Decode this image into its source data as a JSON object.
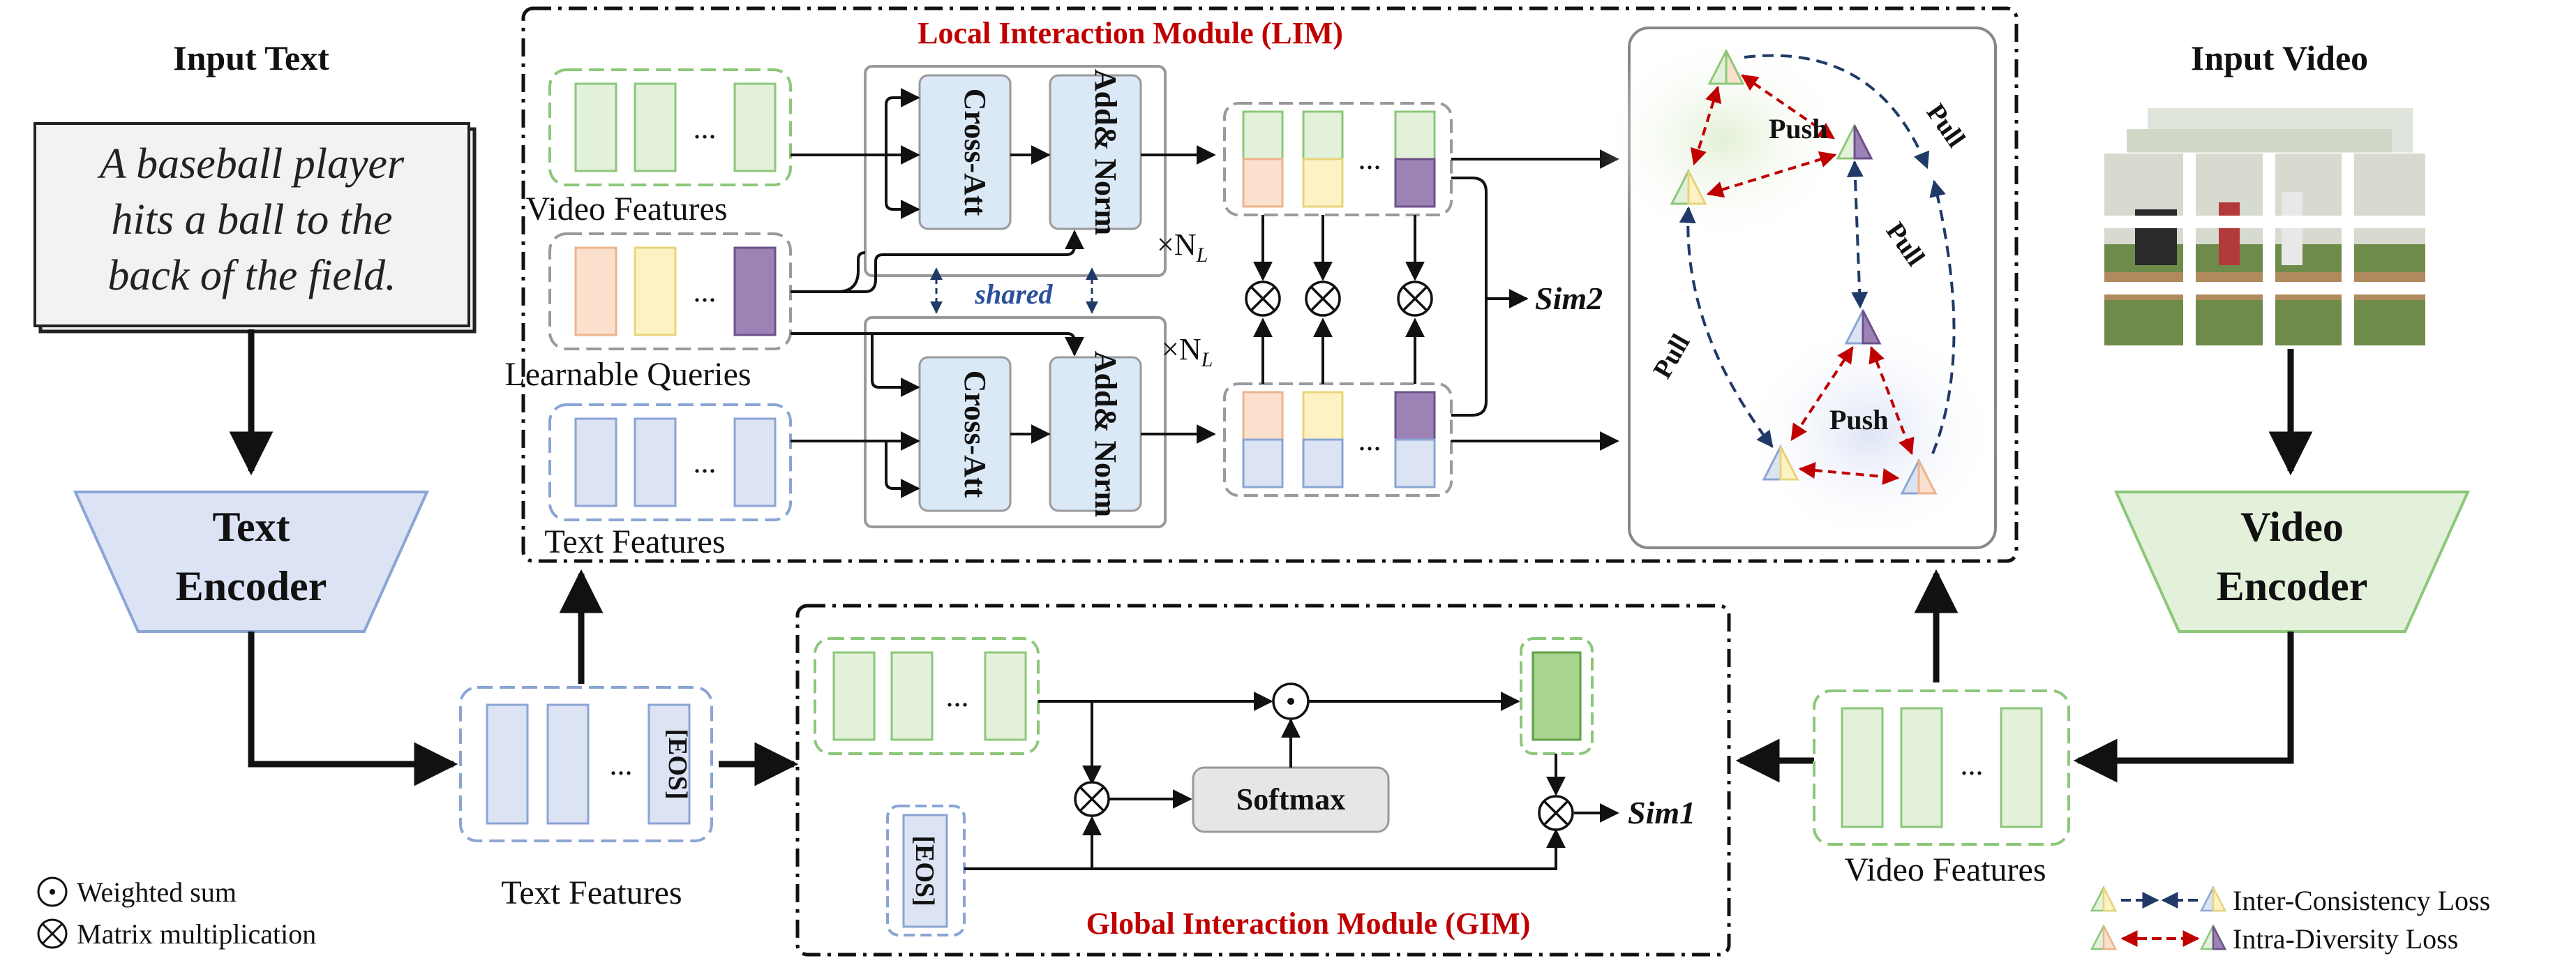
{
  "input_text": {
    "title": "Input Text",
    "sentence_lines": [
      "A baseball player",
      "hits a ball to the",
      "back of the field."
    ]
  },
  "input_video": {
    "title": "Input Video"
  },
  "text_encoder": {
    "line1": "Text",
    "line2": "Encoder"
  },
  "video_encoder": {
    "line1": "Video",
    "line2": "Encoder"
  },
  "lim": {
    "title": "Local Interaction Module (LIM)",
    "video_features_label": "Video Features",
    "learnable_queries_label": "Learnable Queries",
    "text_features_label": "Text Features",
    "cross_att": "Cross-Att",
    "add_norm": "Add& Norm",
    "shared": "shared",
    "times_nl": "×N",
    "nl_sub": "L",
    "sim2": "Sim2",
    "ellipsis": "..."
  },
  "loss_panel": {
    "push": "Push",
    "pull": "Pull"
  },
  "gim": {
    "title": "Global Interaction Module (GIM)",
    "softmax": "Softmax",
    "sim1": "Sim1",
    "eos": "[EOS]"
  },
  "bottom": {
    "text_features": "Text Features",
    "video_features": "Video Features"
  },
  "legend": {
    "weighted_sum": "Weighted sum",
    "matrix_mult": "Matrix multiplication",
    "inter_consistency": "Inter-Consistency Loss",
    "intra_diversity": "Intra-Diversity Loss"
  },
  "colors": {
    "green": "#e3f1da",
    "green_border": "#8cc77a",
    "blue": "#dce3f3",
    "blue_border": "#8aa5d4",
    "orange": "#fbe0cd",
    "yellow": "#fdf2c4",
    "purple": "#9d82b6",
    "red_title": "#c00000",
    "navy": "#1f3a66",
    "red_arrow": "#c00000"
  }
}
